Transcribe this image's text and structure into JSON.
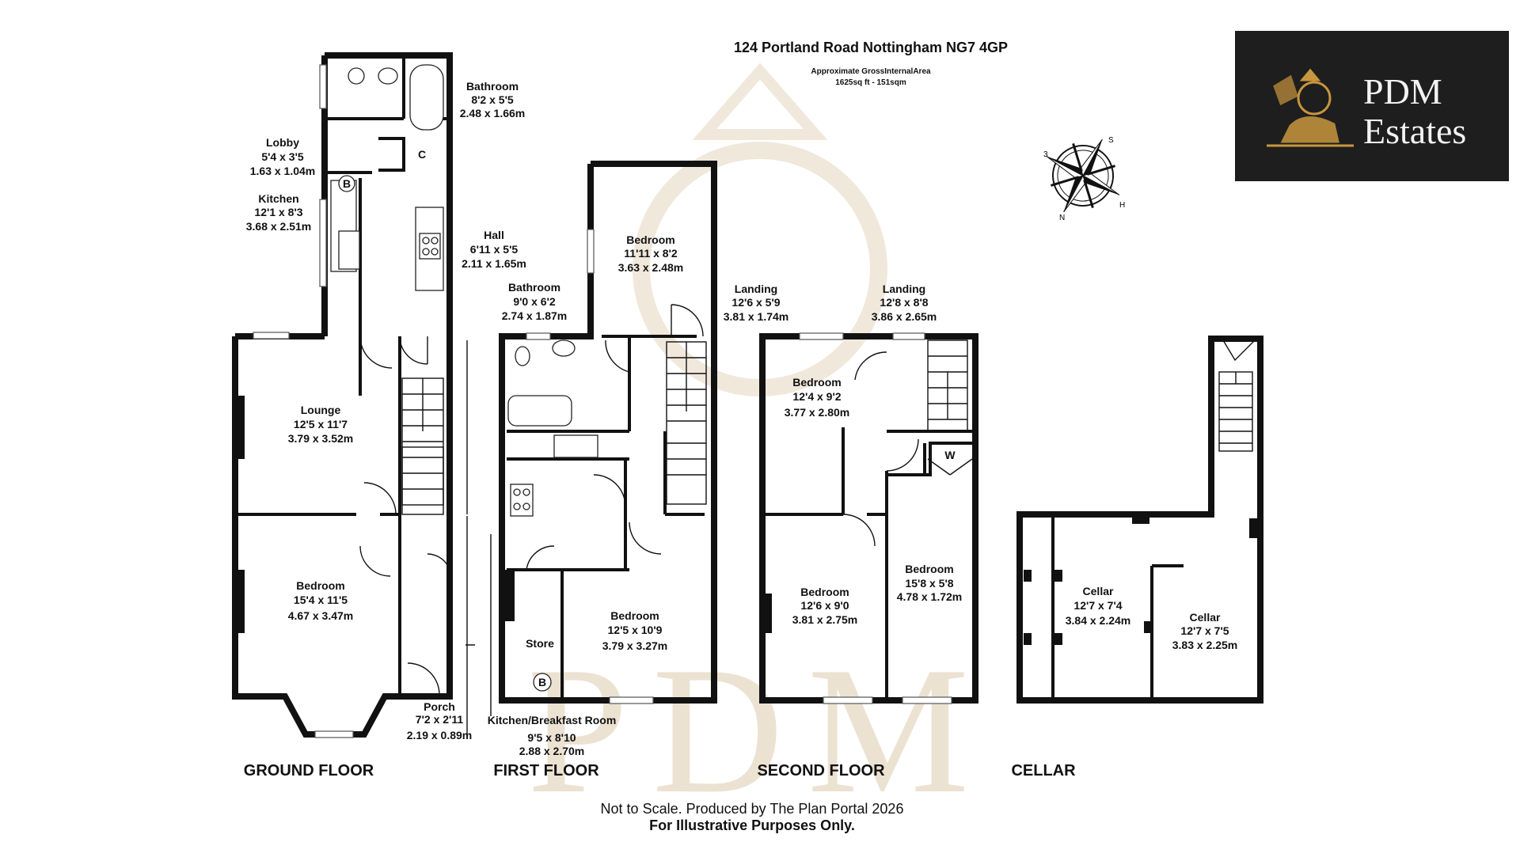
{
  "header": {
    "address": "124 Portland Road Nottingham NG7 4GP",
    "area_caption": "Approximate GrossInternalArea",
    "area_value": "1625sq ft - 151sqm"
  },
  "logo": {
    "line1": "PDM",
    "line2": "Estates",
    "bg": "#1e1e1e",
    "emblem_color": "#c8963e",
    "icon": "lion-crest-icon"
  },
  "watermark": {
    "text": "PDM",
    "color": "#eadfce"
  },
  "compass": {
    "labels": [
      "S",
      "H",
      "N",
      "3"
    ],
    "icon": "compass-rose-icon"
  },
  "floors": {
    "ground": {
      "name": "GROUND FLOOR",
      "rooms": [
        {
          "name": "Bathroom",
          "imperial": "8'2 x 5'5",
          "metric": "2.48 x 1.66m"
        },
        {
          "name": "Lobby",
          "imperial": "5'4 x 3'5",
          "metric": "1.63 x 1.04m"
        },
        {
          "name": "Kitchen",
          "imperial": "12'1 x 8'3",
          "metric": "3.68 x 2.51m"
        },
        {
          "name": "Hall",
          "imperial": "6'11 x 5'5",
          "metric": "2.11 x 1.65m"
        },
        {
          "name": "Lounge",
          "imperial": "12'5 x 11'7",
          "metric": "3.79 x 3.52m"
        },
        {
          "name": "Bedroom",
          "imperial": "15'4 x 11'5",
          "metric": "4.67 x 3.47m"
        },
        {
          "name": "Porch",
          "imperial": "7'2 x 2'11",
          "metric": "2.19 x 0.89m"
        }
      ],
      "markers": {
        "boiler": "B",
        "cupboard": "C"
      }
    },
    "first": {
      "name": "FIRST FLOOR",
      "rooms": [
        {
          "name": "Bedroom",
          "imperial": "11'11 x 8'2",
          "metric": "3.63 x 2.48m"
        },
        {
          "name": "Bathroom",
          "imperial": "9'0 x 6'2",
          "metric": "2.74 x 1.87m"
        },
        {
          "name": "Landing",
          "imperial": "12'6 x 5'9",
          "metric": "3.81 x 1.74m"
        },
        {
          "name": "Bedroom",
          "imperial": "12'5 x 10'9",
          "metric": "3.79 x 3.27m"
        },
        {
          "name": "Kitchen/Breakfast Room",
          "imperial": "9'5 x 8'10",
          "metric": "2.88 x 2.70m"
        }
      ],
      "store": "Store",
      "markers": {
        "boiler": "B"
      }
    },
    "second": {
      "name": "SECOND FLOOR",
      "rooms": [
        {
          "name": "Landing",
          "imperial": "12'8 x 8'8",
          "metric": "3.86 x 2.65m"
        },
        {
          "name": "Bedroom",
          "imperial": "12'4 x 9'2",
          "metric": "3.77 x 2.80m"
        },
        {
          "name": "Bedroom",
          "imperial": "12'6 x 9'0",
          "metric": "3.81 x 2.75m"
        },
        {
          "name": "Bedroom",
          "imperial": "15'8 x 5'8",
          "metric": "4.78 x 1.72m"
        }
      ],
      "markers": {
        "wardrobe": "W"
      }
    },
    "cellar": {
      "name": "CELLAR",
      "rooms": [
        {
          "name": "Cellar",
          "imperial": "12'7 x 7'4",
          "metric": "3.84 x 2.24m"
        },
        {
          "name": "Cellar",
          "imperial": "12'7 x 7'5",
          "metric": "3.83 x 2.25m"
        }
      ]
    }
  },
  "footer": {
    "line1": "Not to Scale. Produced by The Plan Portal 2026",
    "line2": "For Illustrative Purposes Only."
  }
}
